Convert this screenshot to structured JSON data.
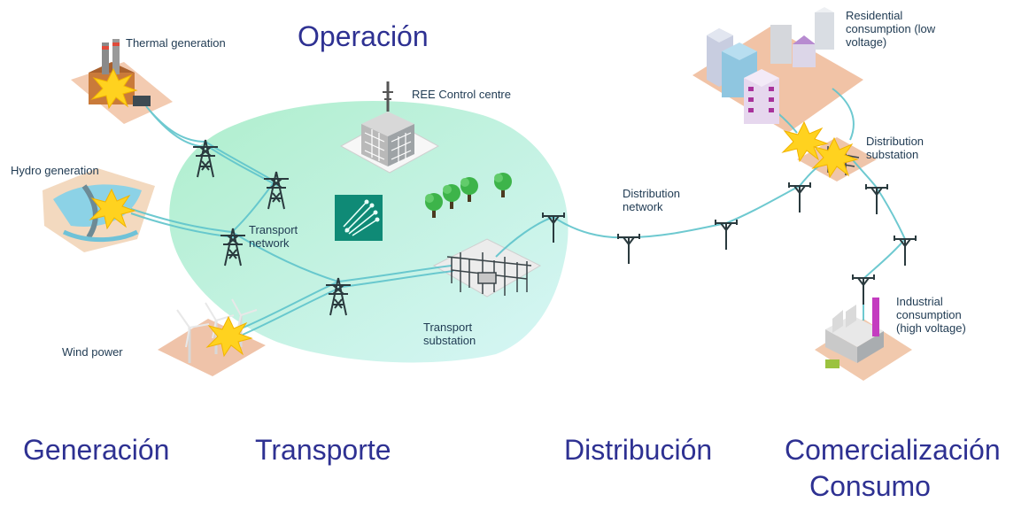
{
  "heading": "Operación",
  "stages": {
    "generation": "Generación",
    "transport": "Transporte",
    "distribution": "Distribución",
    "commercialization": "Comercialización",
    "consumption": "Consumo"
  },
  "labels": {
    "thermal": "Thermal generation",
    "hydro": "Hydro generation",
    "wind": "Wind power",
    "control_centre": "REE Control centre",
    "transport_network": "Transport\nnetwork",
    "transport_substation": "Transport\nsubstation",
    "distribution_network": "Distribution\nnetwork",
    "distribution_substation": "Distribution\nsubstation",
    "residential": "Residential\nconsumption (low\nvoltage)",
    "industrial": "Industrial\nconsumption\n(high voltage)"
  },
  "colors": {
    "stage_text": "#2e3192",
    "transport_area": "#bdf0d2",
    "power_line": "#5fc4cc",
    "spark": "#ffd21f",
    "logo_bg": "#0f8a76"
  },
  "icons": [
    "spark-icon",
    "pylon-icon",
    "tree-icon",
    "network-logo-icon",
    "wind-turbine-icon",
    "factory-icon",
    "building-icon"
  ]
}
